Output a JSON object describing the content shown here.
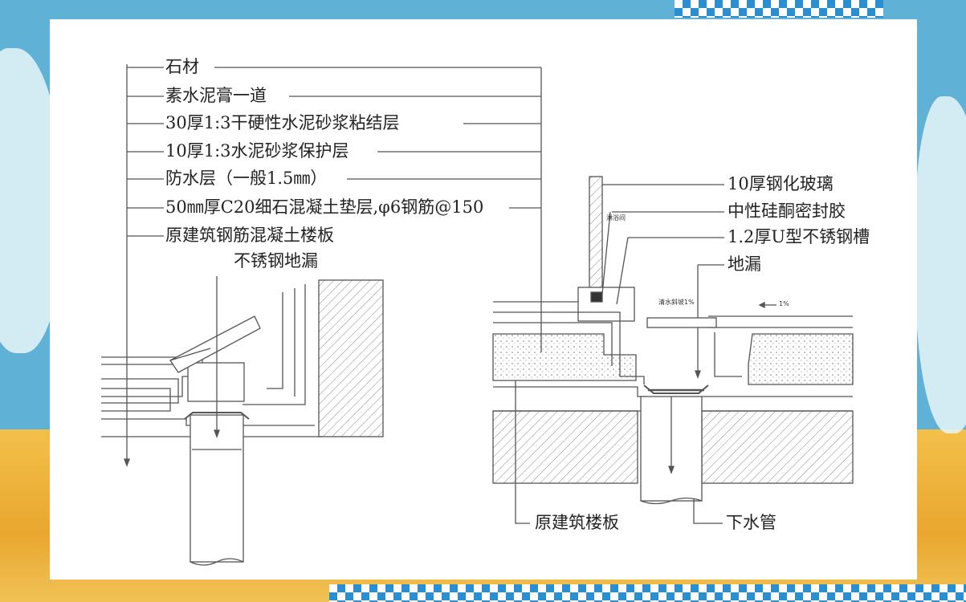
{
  "left_detail": {
    "layers": [
      "石材",
      "素水泥膏一道",
      "30厚1:3干硬性水泥砂浆粘结层",
      "10厚1:3水泥砂浆保护层",
      "防水层（一般1.5㎜）",
      "50㎜厚C20细石混凝土垫层,φ6钢筋@150",
      "原建筑钢筋混凝土楼板"
    ],
    "drain_label": "不锈钢地漏"
  },
  "right_detail": {
    "labels": [
      "10厚钢化玻璃",
      "中性硅酮密封胶",
      "1.2厚U型不锈钢槽",
      "地漏"
    ],
    "bottom_labels": [
      "原建筑楼板",
      "下水管"
    ],
    "small_texts": [
      "淋浴间",
      "清水斜坡1%",
      "1%"
    ]
  },
  "colors": {
    "background_blue": "#5fb2d6",
    "background_yellow": "#f2c04a",
    "card": "#ffffff",
    "line": "#555555"
  }
}
